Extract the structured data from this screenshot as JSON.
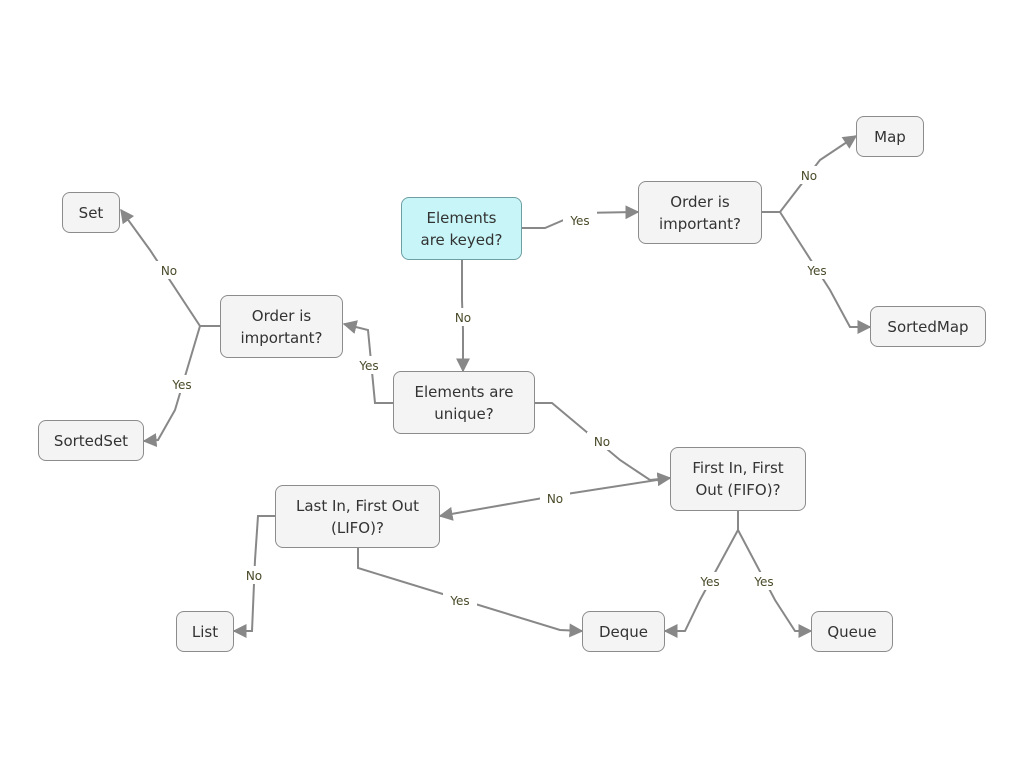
{
  "colors": {
    "root_fill": "#c8f6f8",
    "node_fill": "#f4f4f4",
    "node_border": "#8c8c8c",
    "edge": "#888888",
    "label_text": "#4a4a2a"
  },
  "nodes": {
    "elements_keyed": "Elements\nare keyed?",
    "order_important_map": "Order is\nimportant?",
    "map": "Map",
    "sorted_map": "SortedMap",
    "elements_unique": "Elements are\nunique?",
    "order_important_set": "Order is\nimportant?",
    "set": "Set",
    "sorted_set": "SortedSet",
    "fifo": "First In, First\nOut (FIFO)?",
    "lifo": "Last In, First Out\n(LIFO)?",
    "list": "List",
    "deque": "Deque",
    "queue": "Queue"
  },
  "edge_labels": {
    "keyed_yes": "Yes",
    "keyed_no": "No",
    "map_order_no": "No",
    "map_order_yes": "Yes",
    "unique_yes": "Yes",
    "unique_no": "No",
    "set_order_no": "No",
    "set_order_yes": "Yes",
    "fifo_no": "No",
    "fifo_yes_deque": "Yes",
    "fifo_yes_queue": "Yes",
    "lifo_no": "No",
    "lifo_yes": "Yes"
  }
}
